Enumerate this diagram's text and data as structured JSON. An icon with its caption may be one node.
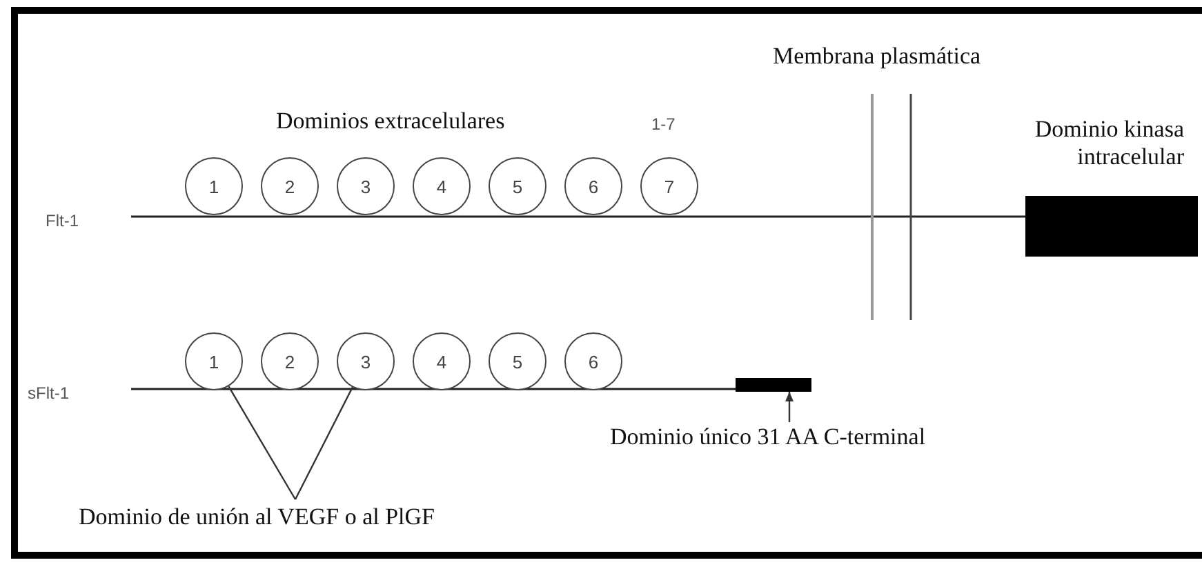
{
  "diagram": {
    "nodes": [
      {
        "text": [
          "1"
        ]
      },
      {
        "text": [
          "2"
        ]
      },
      {
        "text": [
          "3"
        ]
      },
      {
        "text": [
          "4"
        ]
      },
      {
        "text": [
          "5"
        ]
      },
      {
        "text": [
          "6"
        ]
      },
      {
        "text": [
          "7"
        ]
      },
      {
        "text": [],
        "shape": "bar"
      },
      {
        "text": [
          "1"
        ]
      },
      {
        "text": [
          "2"
        ]
      },
      {
        "text": [
          "3"
        ]
      },
      {
        "text": [
          "4"
        ]
      },
      {
        "text": [
          "5"
        ]
      },
      {
        "text": [
          "6"
        ]
      },
      {
        "text": [],
        "shape": "bar"
      },
      {
        "text": [
          "Dominio único 31 AA C-terminal"
        ]
      },
      {
        "text": [
          "Dominio de unión al VEGF o al PlGF"
        ]
      }
    ],
    "edges": [
      {
        "from": 15,
        "to": 14,
        "arrow": "to"
      },
      {
        "from": 16,
        "to": 8,
        "arrow": "none"
      },
      {
        "from": 16,
        "to": 10,
        "arrow": "none"
      }
    ],
    "labels": [
      "Membrana plasmática",
      "Dominios extracelulares",
      "1-7",
      "Dominio kinasa intracelular",
      "Flt-1",
      "sFlt-1"
    ]
  }
}
